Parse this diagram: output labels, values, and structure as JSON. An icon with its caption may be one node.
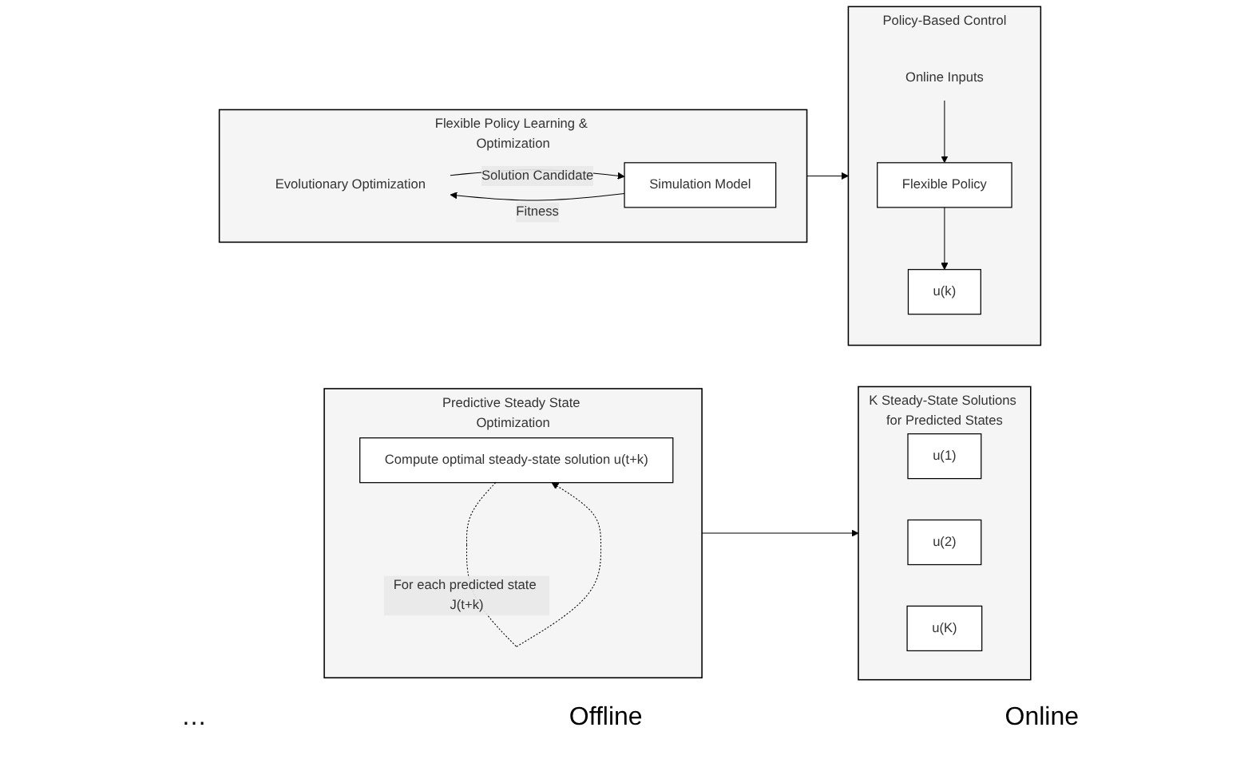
{
  "diagram": {
    "nodes": [
      {
        "text": [
          "Predictive Steady State Optimization"
        ]
      },
      {
        "text": [
          "Compute optimal steady-state solution u(t+k)"
        ],
        "in": 0
      },
      {
        "text": [
          "K Steady-State Solutions for Predicted States"
        ]
      },
      {
        "text": [
          "u(1)"
        ],
        "in": 2
      },
      {
        "text": [
          "u(2)"
        ],
        "in": 2
      },
      {
        "text": [
          "u(K)"
        ],
        "in": 2
      },
      {
        "text": [
          "Flexible Policy Learning & Optimization"
        ]
      },
      {
        "text": [
          "Evolutionary Optimization"
        ],
        "in": 6
      },
      {
        "text": [
          "Simulation Model"
        ],
        "in": 6
      },
      {
        "text": [
          "Policy-Based Control"
        ]
      },
      {
        "text": [
          "Online Inputs"
        ],
        "in": 9
      },
      {
        "text": [
          "Flexible Policy"
        ],
        "in": 9
      },
      {
        "text": [
          "u(k)"
        ],
        "in": 9
      }
    ],
    "edges": [
      {
        "from": 1,
        "to": 1,
        "arrow": "to",
        "label": "For each predicted state J(t+k)",
        "style": "dashed"
      },
      {
        "from": 0,
        "to": 2,
        "arrow": "to"
      },
      {
        "from": 7,
        "to": 8,
        "arrow": "to",
        "label": "Solution Candidate"
      },
      {
        "from": 8,
        "to": 7,
        "arrow": "to",
        "label": "Fitness"
      },
      {
        "from": 6,
        "to": 9,
        "arrow": "to"
      },
      {
        "from": 10,
        "to": 11,
        "arrow": "to"
      },
      {
        "from": 11,
        "to": 12,
        "arrow": "to"
      }
    ],
    "labels": [
      "…",
      "Offline",
      "Online"
    ]
  }
}
